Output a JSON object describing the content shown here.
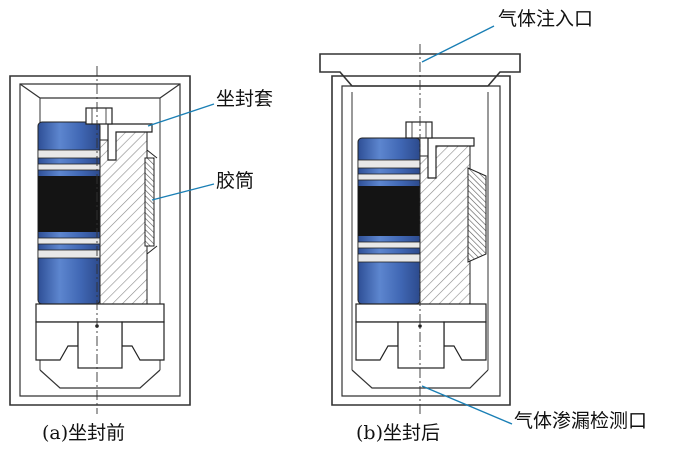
{
  "labels": {
    "seal_sleeve": "坐封套",
    "rubber_cylinder": "胶筒",
    "gas_inlet": "气体注入口",
    "leak_detection_port": "气体渗漏检测口"
  },
  "captions": {
    "a": "(a)坐封前",
    "b": "(b)坐封后"
  },
  "colors": {
    "leader_line": "#1a7fb5",
    "hatch": "#7a7a7a",
    "blue_body": "#3d63b0",
    "dark_band": "#151515"
  }
}
